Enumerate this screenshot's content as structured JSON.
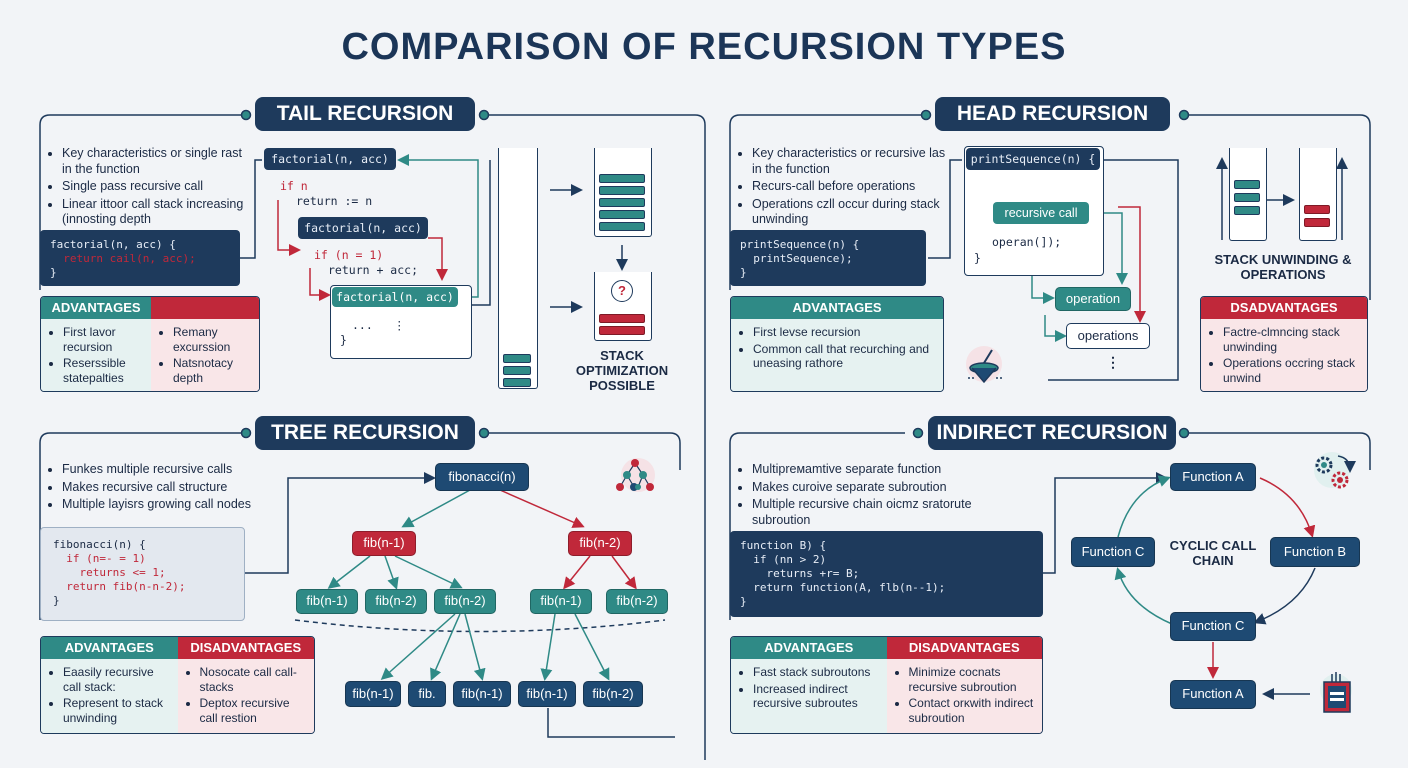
{
  "title": "COMPARISON OF RECURSION TYPES",
  "tail": {
    "title": "TAIL RECURSION",
    "bullets": [
      "Key characteristics or single rast in the function",
      "Single pass recursive call",
      "Linear ittoor call stack increasing (innosting depth"
    ],
    "code": [
      "factorial(n, acc) {",
      "  return cail(n, acc);",
      "}"
    ],
    "box1": {
      "head": "factorial(n, acc)",
      "lines": [
        "if n",
        "return := n"
      ]
    },
    "box2": {
      "head": "factorial(n, acc)",
      "lines": [
        "if (n = 1)",
        "return + acc;"
      ]
    },
    "box3": {
      "head": "factorial(n, acc)",
      "lines": [
        "...   ⋮",
        "}"
      ]
    },
    "advantages_label": "ADVANTAGES",
    "adv_col1": [
      "First lavor recursion",
      "Reserssible statepalties"
    ],
    "adv_col2": [
      "Remany excurssion",
      "Natsnotacy depth"
    ],
    "stack_caption": "STACK OPTIMIZATION POSSIBLE"
  },
  "head": {
    "title": "HEAD RECURSION",
    "bullets": [
      "Key characteristics or recursive las in the function",
      "Recurs-call before operations",
      "Operations czll occur during stack unwinding"
    ],
    "code": [
      "printSequence(n) {",
      "  printSequence);",
      "}"
    ],
    "box": {
      "head": "printSequence(n) {",
      "inner": "recursive call",
      "line": "operan(]);",
      "close": "}"
    },
    "node_operation": "operation",
    "node_operations": "operations",
    "ellipsis": "⋮",
    "advantages_label": "ADVANTAGES",
    "adv": [
      "First levse recursion",
      "Common call that recurching and uneasing rathore"
    ],
    "stack_caption": "STACK UNWINDING & OPERATIONS",
    "disadvantages_label": "DSADVANTAGES",
    "dis": [
      "Factre-clmncing stack unwinding",
      "Operations occring stack unwind"
    ]
  },
  "tree": {
    "title": "TREE RECURSION",
    "bullets": [
      "Funkes multiple recursive calls",
      "Makes recursive call structure",
      "Multiple layisrs growing call nodes"
    ],
    "code": [
      "fibonacci(n) {",
      "  if (n=- = 1)",
      "    returns <= 1;",
      "  return fib(n-n-2);",
      "}"
    ],
    "root": "fibonacci(n)",
    "l1": [
      "fib(n-1)",
      "fib(n-2)"
    ],
    "l2": [
      "fib(n-1)",
      "fib(n-2)",
      "fib(n-2)",
      "fib(n-1)",
      "fib(n-2)"
    ],
    "l3": [
      "fib(n-1)",
      "fib.",
      "fib(n-1)",
      "fib(n-1)",
      "fib(n-2)"
    ],
    "advantages_label": "ADVANTAGES",
    "disadvantages_label": "DISADVANTAGES",
    "adv": [
      "Eaasily recursive call stack:",
      "Represent to stack unwinding"
    ],
    "dis": [
      "Nosocate call call-stacks",
      "Deptox recursive call restion"
    ]
  },
  "indirect": {
    "title": "INDIRECT RECURSION",
    "bullets": [
      "Multipreᴍamtive separate function",
      "Makes curoive separate subroution",
      "Multiple recursive chain oicmᴢ sratorute subroution"
    ],
    "code": [
      "function B) {",
      "  if (nn > 2)",
      "    returns +r= B;",
      "  return function(A, flb(n--1);",
      "}"
    ],
    "fnA": "Function A",
    "fnB": "Function B",
    "fnC_left": "Function C",
    "fnC_bottom": "Function C",
    "fnA_bottom": "Function A",
    "center_label": "CYCLIC CALL CHAIN",
    "advantages_label": "ADVANTAGES",
    "disadvantages_label": "DISADVANTAGES",
    "adv": [
      "Fast stack subroutons",
      "Increased indirect recursive subroutes"
    ],
    "dis": [
      "Minimize cocnats recursive subroution",
      "Contact orᴋwith indirect subroution"
    ]
  },
  "colors": {
    "navy": "#1e3a5c",
    "teal": "#2f8a86",
    "red": "#c0283a",
    "bg": "#f2f4f7"
  }
}
